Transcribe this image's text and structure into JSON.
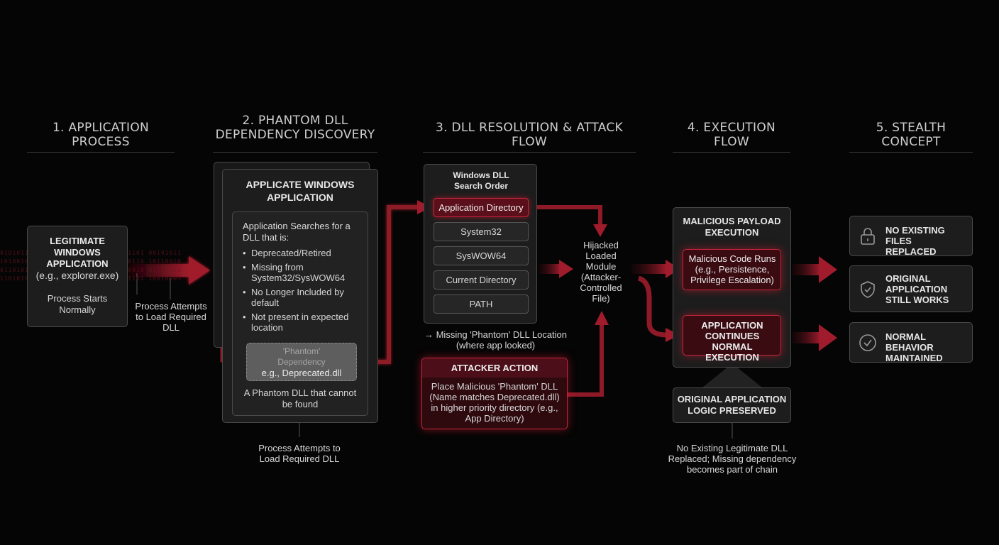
{
  "columns": [
    {
      "title": "1. APPLICATION PROCESS"
    },
    {
      "title": "2. PHANTOM DLL\nDEPENDENCY DISCOVERY"
    },
    {
      "title": "3. DLL RESOLUTION & ATTACK FLOW"
    },
    {
      "title": "4. EXECUTION FLOW"
    },
    {
      "title": "5. STEALTH CONCEPT"
    }
  ],
  "col1": {
    "app_title": "LEGITIMATE WINDOWS APPLICATION",
    "app_example": "(e.g., explorer.exe)",
    "app_status": "Process Starts Normally",
    "arrow_label": "Process Attempts to Load Required DLL"
  },
  "col2": {
    "header": "APPLICATE WINDOWS APPLICATION",
    "search_intro": "Application Searches for a DLL that is:",
    "bullets": [
      "Deprecated/Retired",
      "Missing from System32/SysWOW64",
      "No Longer Included by default",
      "Not present in expected location"
    ],
    "phantom_label": "'Phantom' Dependency",
    "phantom_example": "e.g., Deprecated.dll",
    "phantom_desc": "A Phantom DLL that cannot be found",
    "below_label": "Process Attempts to Load Required DLL"
  },
  "col3": {
    "search_title": "Windows DLL Search Order",
    "search_items": [
      "Application Directory",
      "System32",
      "SysWOW64",
      "Current Directory",
      "PATH"
    ],
    "missing_note": "→ Missing 'Phantom' DLL Location (where app looked)",
    "attacker_title": "ATTACKER ACTION",
    "attacker_text": "Place Malicious 'Phantom' DLL (Name matches Deprecated.dll) in higher priority directory (e.g., App Directory)",
    "hijacked_label": "Hijacked Loaded Module (Attacker-Controlled File)"
  },
  "col4": {
    "payload_title": "MALICIOUS PAYLOAD EXECUTION",
    "malicious_runs": "Malicious Code Runs (e.g., Persistence, Privilege Escalation)",
    "continues": "APPLICATION CONTINUES NORMAL EXECUTION",
    "preserved": "ORIGINAL APPLICATION LOGIC PRESERVED",
    "note": "No Existing Legitimate DLL Replaced; Missing dependency becomes part of chain"
  },
  "col5": {
    "items": [
      {
        "label": "NO EXISTING FILES REPLACED",
        "icon": "lock-icon"
      },
      {
        "label": "ORIGINAL APPLICATION STILL WORKS",
        "icon": "shield-check-icon"
      },
      {
        "label": "NORMAL BEHAVIOR MAINTAINED",
        "icon": "check-circle-icon"
      }
    ]
  },
  "colors": {
    "accent_red": "#c2263a",
    "arrow_red": "#8e1a28",
    "box_bg": "#1d1d1d",
    "background": "#050505"
  }
}
